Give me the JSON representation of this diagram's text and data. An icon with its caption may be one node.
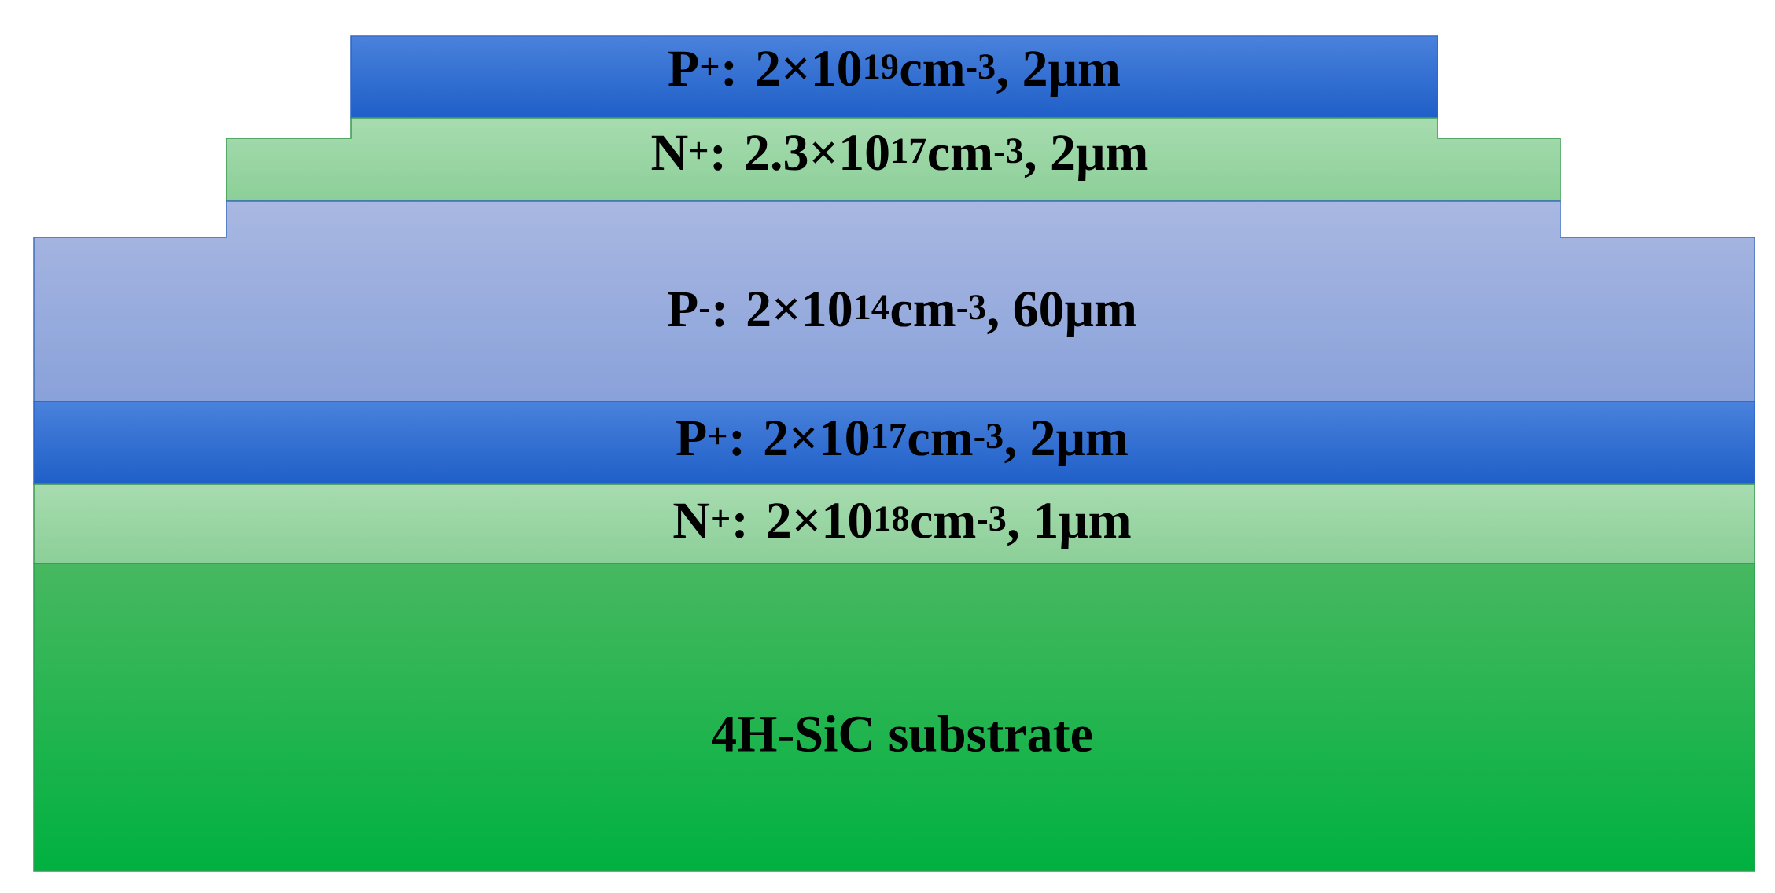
{
  "diagram": {
    "nodes": [
      {
        "text": [
          "P$^{+}$: 2×10$^{19}$cm$^{-3}$, 2μm"
        ]
      },
      {
        "text": [
          "N$^{+}$: 2.3×10$^{17}$cm$^{-3}$, 2μm"
        ]
      },
      {
        "text": [
          "P$^{-}$: 2×10$^{14}$cm$^{-3}$, 60μm"
        ]
      },
      {
        "text": [
          "P$^{+}$: 2×10$^{17}$cm$^{-3}$, 2μm"
        ]
      },
      {
        "text": [
          "N$^{+}$: 2×10$^{18}$cm$^{-3}$, 1μm"
        ]
      },
      {
        "text": [
          "4H-SiC substrate"
        ]
      }
    ]
  }
}
